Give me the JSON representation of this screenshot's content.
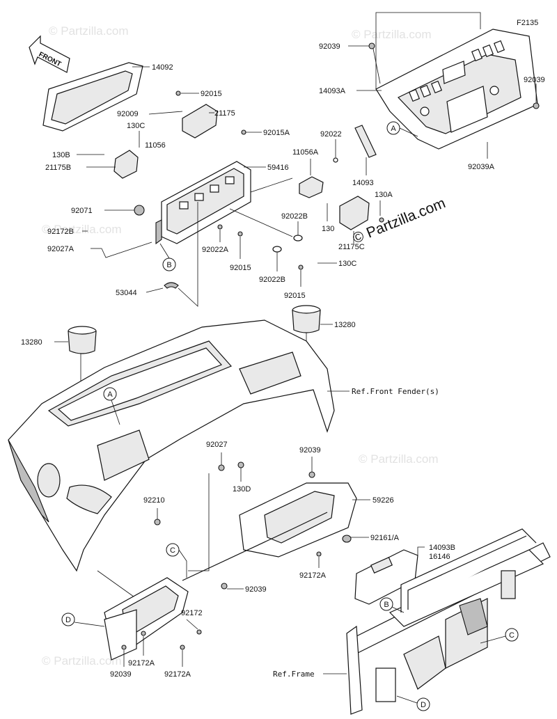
{
  "figure_code": "F2135",
  "front_label": "FRONT",
  "watermark": "© Partzilla.com",
  "refs": {
    "front_fender": "Ref.Front Fender(s)",
    "frame": "Ref.Frame"
  },
  "parts": {
    "p14092": "14092",
    "p92015_a": "92015",
    "p92009": "92009",
    "p21175": "21175",
    "p130c_a": "130C",
    "p11056": "11056",
    "p130b": "130B",
    "p21175b": "21175B",
    "p92015a": "92015A",
    "p59416": "59416",
    "p92071": "92071",
    "p92172b": "92172B",
    "p92027a": "92027A",
    "p92022a": "92022A",
    "p92015_b": "92015",
    "p92022b_a": "92022B",
    "p92022b_b": "92022B",
    "p92015_c": "92015",
    "p53044": "53044",
    "p11056a": "11056A",
    "p130": "130",
    "p21175c": "21175C",
    "p130a": "130A",
    "p130c_b": "130C",
    "p92022": "92022",
    "p14093": "14093",
    "p92039_a": "92039",
    "p14093a": "14093A",
    "p92039_b": "92039",
    "p92039a": "92039A",
    "p13280_a": "13280",
    "p13280_b": "13280",
    "p92027": "92027",
    "p130d": "130D",
    "p92039_c": "92039",
    "p59226": "59226",
    "p92210": "92210",
    "p92161a": "92161/A",
    "p14093b": "14093B",
    "p16146": "16146",
    "p92172a_a": "92172A",
    "p92039_d": "92039",
    "p92172": "92172",
    "p92172a_b": "92172A",
    "p92039_e": "92039",
    "p92172a_c": "92172A"
  },
  "callouts": {
    "a": "A",
    "b": "B",
    "c": "C",
    "d": "D"
  }
}
